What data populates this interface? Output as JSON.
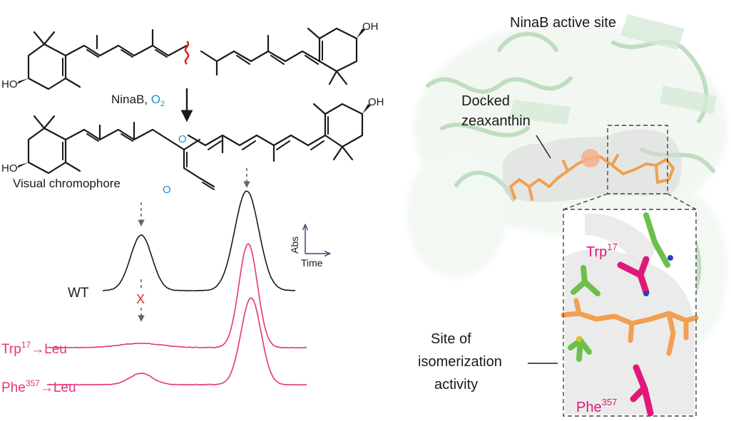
{
  "colors": {
    "black": "#1a1a1a",
    "oxygen_blue": "#1a8fd6",
    "mutant_pink": "#e3347a",
    "cleavage_red": "#e0242b",
    "x_red": "#e0242b",
    "arrow_gray": "#5b6677",
    "protein_green": "#8bc48f",
    "ligand_orange": "#f0a050",
    "sidechain_magenta": "#e0187a",
    "sidechain_green": "#6cc04a",
    "surface_gray": "#d9d9d9"
  },
  "reaction": {
    "enzyme": "NinaB, ",
    "oxidant": "O",
    "oxidant_sub": "2",
    "product_left_label": "Visual chromophore",
    "atom_ho": "HO",
    "atom_oh": "OH",
    "atom_o": "O"
  },
  "traces": {
    "axis_y": "Abs",
    "axis_x": "Time",
    "wt_label": "WT",
    "trp_label_pre": "Trp",
    "trp_label_sup": "17",
    "trp_label_post": "→Leu",
    "phe_label_pre": "Phe",
    "phe_label_sup": "357",
    "phe_label_post": "→Leu",
    "blocked_mark": "X"
  },
  "structure": {
    "title": "NinaB active site",
    "docked_line1": "Docked",
    "docked_line2": "zeaxanthin",
    "trp_pre": "Trp",
    "trp_sup": "17",
    "phe_pre": "Phe",
    "phe_sup": "357",
    "site_line1": "Site of",
    "site_line2": "isomerization",
    "site_line3": "activity"
  }
}
